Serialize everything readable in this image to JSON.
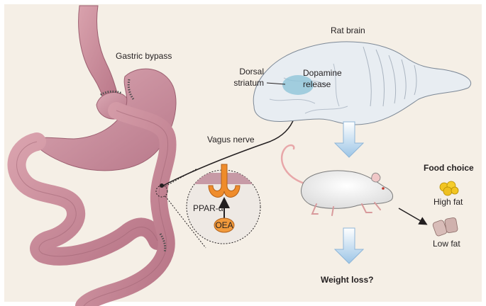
{
  "labels": {
    "gastric_bypass": "Gastric bypass",
    "rat_brain": "Rat brain",
    "dorsal": "Dorsal",
    "striatum": "striatum",
    "dopamine": "Dopamine",
    "release": "release",
    "vagus_nerve": "Vagus nerve",
    "ppar": "PPAR-α",
    "oea": "OEA",
    "food_choice": "Food choice",
    "high_fat": "High fat",
    "low_fat": "Low fat",
    "weight_loss": "Weight loss?"
  },
  "colors": {
    "background": "#f5efe6",
    "gut": "#c98a95",
    "gut_dark": "#a9697a",
    "brain": "#e7ebf0",
    "striatum_highlight": "#8ec4d8",
    "arrow_blue": "#a9cdea",
    "receptor": "#ef8c2b",
    "oea_fill": "#f19a3c",
    "rat": "#f2f2f2"
  }
}
